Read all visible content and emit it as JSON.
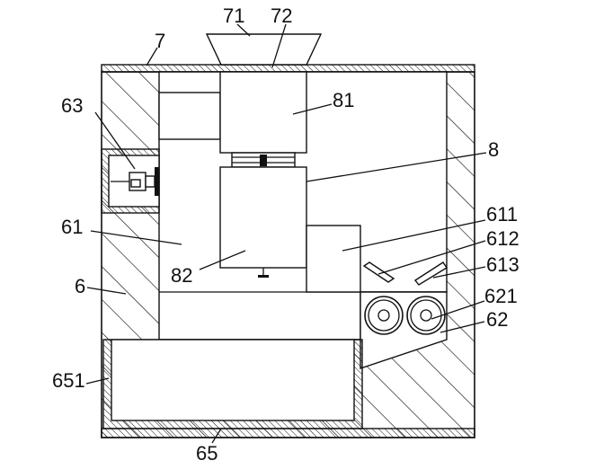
{
  "labels": {
    "l71": "71",
    "l72": "72",
    "l7": "7",
    "l63": "63",
    "l81": "81",
    "l8": "8",
    "l611": "611",
    "l61": "61",
    "l612": "612",
    "l613": "613",
    "l621": "621",
    "l6": "6",
    "l62": "62",
    "l82": "82",
    "l651": "651",
    "l65": "65"
  },
  "colors": {
    "stroke": "#111111",
    "background": "#ffffff"
  }
}
